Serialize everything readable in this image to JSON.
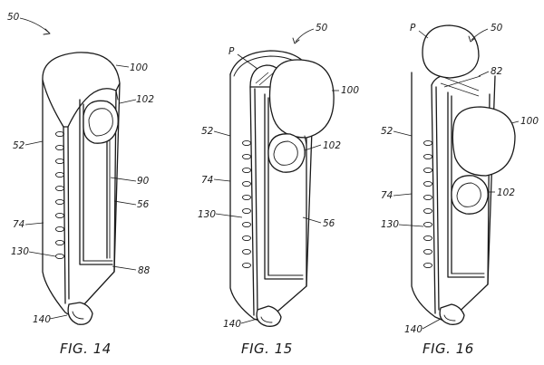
{
  "figures": [
    {
      "caption": "FIG. 14",
      "labels": {
        "assembly": "50",
        "cap": "100",
        "latch": "102",
        "body": "52",
        "rail": "90",
        "slot": "56",
        "side": "74",
        "holes": "130",
        "bottom": "88",
        "hook": "140"
      }
    },
    {
      "caption": "FIG. 15",
      "labels": {
        "assembly": "50",
        "plunger": "P",
        "cap": "100",
        "body": "52",
        "latch": "102",
        "side": "74",
        "holes": "130",
        "slot": "56",
        "hook": "140"
      }
    },
    {
      "caption": "FIG. 16",
      "labels": {
        "plunger": "P",
        "assembly": "50",
        "spring": "82",
        "body": "52",
        "cap": "100",
        "side": "74",
        "latch": "102",
        "holes": "130",
        "hook": "140"
      }
    }
  ]
}
